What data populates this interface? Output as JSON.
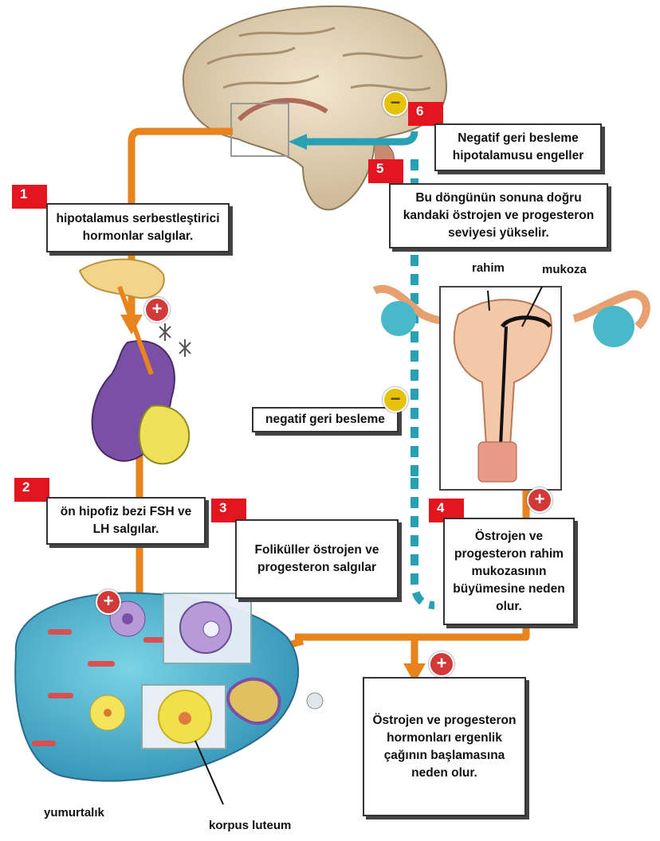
{
  "steps": {
    "s1": "1",
    "s2": "2",
    "s3": "3",
    "s4": "4",
    "s5": "5",
    "s6": "6"
  },
  "boxes": {
    "hypothalamus": "hipotalamus serbestleştirici hormonlar salgılar.",
    "pituitary": "ön hipofiz bezi FSH ve LH salgılar.",
    "follicles": "Foliküller östrojen ve progesteron salgılar",
    "uterus_growth": "Östrojen ve progesteron rahim mukozasının büyümesine neden olur.",
    "blood_levels": "Bu döngünün sonuna doğru kandaki östrojen ve progesteron seviyesi yükselir.",
    "negative_feedback_top": "Negatif geri besleme hipotalamusu engeller",
    "negative_feedback_label": "negatif geri besleme",
    "puberty": "Östrojen ve progesteron hormonları ergenlik çağının başlamasına neden olur."
  },
  "labels": {
    "uterus": "rahim",
    "mucosa": "mukoza",
    "ovary": "yumurtalık",
    "corpus_luteum": "korpus luteum"
  },
  "signs": {
    "plus": "+",
    "minus": "−"
  },
  "colors": {
    "arrow": "#e8831e",
    "blue": "#2aa0b5",
    "step": "#e3161f"
  }
}
